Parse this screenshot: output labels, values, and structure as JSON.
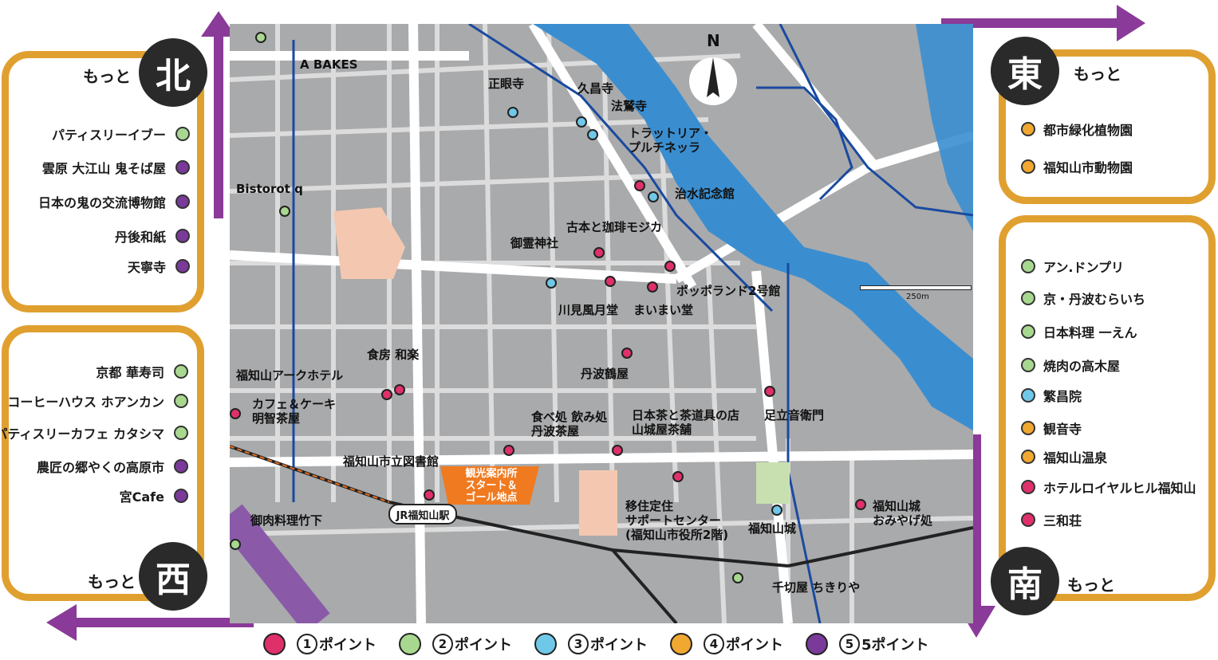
{
  "colors": {
    "point1": "#e0306a",
    "point2": "#a8d890",
    "point3": "#70c8e8",
    "point4": "#f0a830",
    "point5": "#7a3a9a",
    "panel_border": "#e0a030",
    "arrow": "#8a3a98",
    "river": "#3a8ed0",
    "map_bg": "#a9aaac"
  },
  "north_panel": {
    "badge": "北",
    "motto": "もっと",
    "items": [
      {
        "label": "パティスリーイブー",
        "point": "point2"
      },
      {
        "label": "雲原 大江山 鬼そば屋",
        "point": "point5"
      },
      {
        "label": "日本の鬼の交流博物館",
        "point": "point5"
      },
      {
        "label": "丹後和紙",
        "point": "point5"
      },
      {
        "label": "天寧寺",
        "point": "point5"
      }
    ]
  },
  "west_panel": {
    "badge": "西",
    "motto": "もっと",
    "items": [
      {
        "label": "京都 華寿司",
        "point": "point2"
      },
      {
        "label": "コーヒーハウス ホアンカン",
        "point": "point2"
      },
      {
        "label": "パティスリーカフェ カタシマ",
        "point": "point2"
      },
      {
        "label": "農匠の郷やくの高原市",
        "point": "point5"
      },
      {
        "label": "宮Cafe",
        "point": "point5"
      }
    ]
  },
  "east_panel": {
    "badge": "東",
    "motto": "もっと",
    "items": [
      {
        "label": "都市緑化植物園",
        "point": "point4"
      },
      {
        "label": "福知山市動物園",
        "point": "point4"
      }
    ]
  },
  "south_panel": {
    "badge": "南",
    "motto": "もっと",
    "items": [
      {
        "label": "アン.ドンプリ",
        "point": "point2"
      },
      {
        "label": "京・丹波むらいち",
        "point": "point2"
      },
      {
        "label": "日本料理 一えん",
        "point": "point2"
      },
      {
        "label": "焼肉の高木屋",
        "point": "point2"
      },
      {
        "label": "繁昌院",
        "point": "point3"
      },
      {
        "label": "観音寺",
        "point": "point4"
      },
      {
        "label": "福知山温泉",
        "point": "point4"
      },
      {
        "label": "ホテルロイヤルヒル福知山",
        "point": "point1"
      },
      {
        "label": "三和荘",
        "point": "point1"
      }
    ]
  },
  "map": {
    "compass": "N",
    "scale": "250m",
    "tourist_info": "観光案内所\nスタート＆\nゴール地点",
    "station": "JR福知山駅",
    "places": [
      {
        "label": "A BAKES",
        "point": "point2"
      },
      {
        "label": "Bistorot q",
        "point": "point2"
      },
      {
        "label": "正眼寺",
        "point": "point3"
      },
      {
        "label": "久昌寺",
        "point": "point3"
      },
      {
        "label": "法鷲寺",
        "point": "point3"
      },
      {
        "label": "トラットリア・\nプルチネッラ",
        "point": "point1"
      },
      {
        "label": "治水記念館",
        "point": "point3"
      },
      {
        "label": "古本と珈琲モジカ",
        "point": "point1"
      },
      {
        "label": "御霊神社",
        "point": "point3"
      },
      {
        "label": "ポッポランド2号館",
        "point": "point1"
      },
      {
        "label": "川見風月堂",
        "point": "point1"
      },
      {
        "label": "まいまい堂",
        "point": "point1"
      },
      {
        "label": "食房 和楽",
        "point": "point1"
      },
      {
        "label": "福知山アークホテル",
        "point": "point1"
      },
      {
        "label": "丹波鶴屋",
        "point": "point1"
      },
      {
        "label": "カフェ＆ケーキ\n明智茶屋",
        "point": "point1"
      },
      {
        "label": "足立音衛門",
        "point": "point1"
      },
      {
        "label": "食べ処 飲み処\n丹波茶屋",
        "point": "point1"
      },
      {
        "label": "日本茶と茶道具の店\n山城屋茶舗",
        "point": "point1"
      },
      {
        "label": "福知山市立図書館",
        "point": "point1"
      },
      {
        "label": "移住定住\nサポートセンター\n(福知山市役所2階)",
        "point": "point1"
      },
      {
        "label": "福知山城",
        "point": "point3"
      },
      {
        "label": "福知山城\nおみやげ処",
        "point": "point1"
      },
      {
        "label": "御肉料理竹下",
        "point": "point2"
      },
      {
        "label": "千切屋 ちきりや",
        "point": "point2"
      }
    ]
  },
  "legend": [
    {
      "num": "1",
      "label": "ポイント",
      "point": "point1"
    },
    {
      "num": "2",
      "label": "ポイント",
      "point": "point2"
    },
    {
      "num": "3",
      "label": "ポイント",
      "point": "point3"
    },
    {
      "num": "4",
      "label": "ポイント",
      "point": "point4"
    },
    {
      "num": "5",
      "label": "5ポイント",
      "point": "point5"
    }
  ]
}
